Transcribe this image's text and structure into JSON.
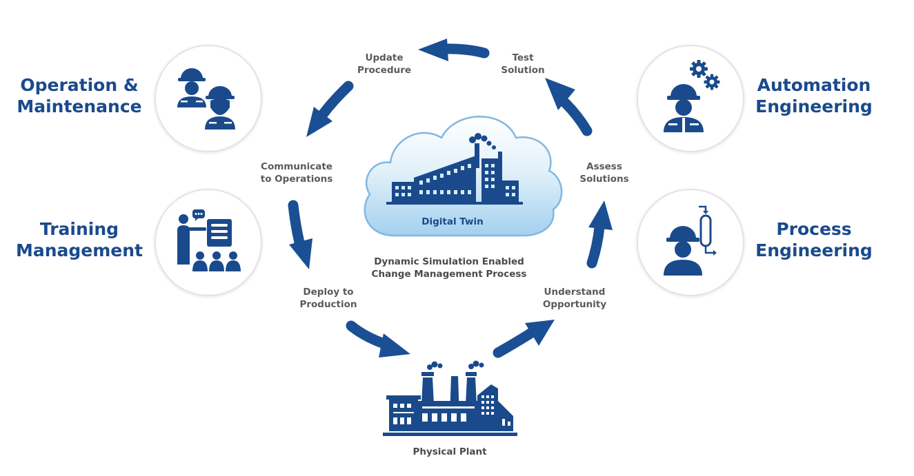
{
  "colors": {
    "primary": "#1a4a8c",
    "arrow": "#1b4f94",
    "label_gray": "#5a5a5a",
    "circle_border": "#e3e3e3",
    "cloud_fill_top": "#ffffff",
    "cloud_fill_bottom": "#a9d4ef"
  },
  "roles": {
    "operation": {
      "line1": "Operation &",
      "line2": "Maintenance",
      "icon": "two-workers-icon"
    },
    "training": {
      "line1": "Training",
      "line2": "Management",
      "icon": "presenter-audience-icon"
    },
    "automation": {
      "line1": "Automation",
      "line2": "Engineering",
      "icon": "worker-gears-icon"
    },
    "process": {
      "line1": "Process",
      "line2": "Engineering",
      "icon": "worker-vessel-icon"
    }
  },
  "steps": {
    "update": {
      "line1": "Update",
      "line2": "Procedure"
    },
    "test": {
      "line1": "Test",
      "line2": "Solution"
    },
    "communicate": {
      "line1": "Communicate",
      "line2": "to Operations"
    },
    "assess": {
      "line1": "Assess",
      "line2": "Solutions"
    },
    "deploy": {
      "line1": "Deploy to",
      "line2": "Production"
    },
    "understand": {
      "line1": "Understand",
      "line2": "Opportunity"
    }
  },
  "center": {
    "digital_twin": "Digital Twin",
    "process_line1": "Dynamic Simulation Enabled",
    "process_line2": "Change Management Process",
    "physical_plant": "Physical Plant"
  }
}
